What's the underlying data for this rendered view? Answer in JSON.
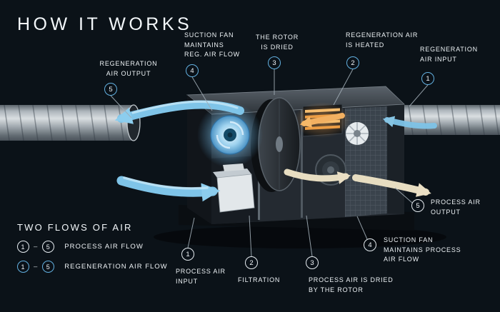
{
  "title": "HOW IT WORKS",
  "legend": {
    "heading": "TWO FLOWS OF AIR",
    "rows": [
      {
        "from": "1",
        "dash": "–",
        "to": "5",
        "label": "PROCESS AIR FLOW"
      },
      {
        "from": "1",
        "dash": "–",
        "to": "5",
        "label": "REGENERATION AIR FLOW"
      }
    ]
  },
  "callouts": {
    "regeneration": [
      {
        "num": "1",
        "label": "REGENERATION\nAIR INPUT"
      },
      {
        "num": "2",
        "label": "REGENERATION AIR\nIS HEATED"
      },
      {
        "num": "3",
        "label": "THE ROTOR\nIS DRIED"
      },
      {
        "num": "4",
        "label": "SUCTION FAN\nMAINTAINS\nREG. AIR FLOW"
      },
      {
        "num": "5",
        "label": "REGENERATION\nAIR OUTPUT"
      }
    ],
    "process": [
      {
        "num": "1",
        "label": "PROCESS AIR\nINPUT"
      },
      {
        "num": "2",
        "label": "FILTRATION"
      },
      {
        "num": "3",
        "label": "PROCESS AIR IS DRIED\nBY THE ROTOR"
      },
      {
        "num": "4",
        "label": "SUCTION FAN\nMAINTAINS PROCESS\nAIR FLOW"
      },
      {
        "num": "5",
        "label": "PROCESS AIR\nOUTPUT"
      }
    ]
  },
  "colors": {
    "background": "#182634",
    "accent_blue": "#63b1e1",
    "airflow_blue": "#7fc4e8",
    "heater_orange": "#ec9d44",
    "process_air_cream": "#e7ddc1",
    "text": "#edf2f5"
  }
}
